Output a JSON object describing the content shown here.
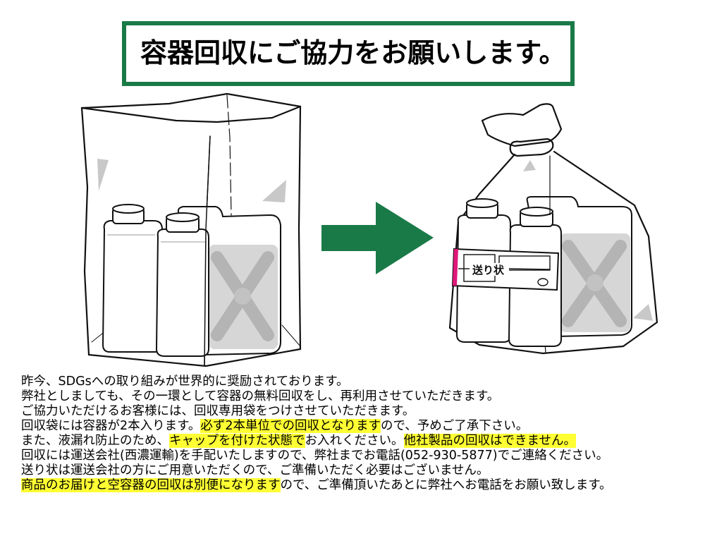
{
  "header": {
    "title": "容器回収にご協力をお願いします。"
  },
  "colors": {
    "accent_green": "#1a7a47",
    "highlight_yellow": "#ffff33",
    "label_pink": "#e0187a",
    "container_gray": "#d9d9d9"
  },
  "illustration": {
    "left": {
      "description": "open-bag-with-two-containers"
    },
    "arrow": {
      "icon": "right-arrow-icon"
    },
    "right": {
      "description": "tied-bag-with-two-containers-and-label",
      "label_text": "送り状"
    }
  },
  "body": {
    "lines": [
      {
        "segments": [
          {
            "text": "昨今、SDGsへの取り組みが世界的に奨励されております。",
            "highlight": false
          }
        ]
      },
      {
        "segments": [
          {
            "text": "弊社としましても、その一環として容器の無料回収をし、再利用させていただきます。",
            "highlight": false
          }
        ]
      },
      {
        "segments": [
          {
            "text": "ご協力いただけるお客様には、回収専用袋をつけさせていただきます。",
            "highlight": false
          }
        ]
      },
      {
        "segments": [
          {
            "text": "回収袋には容器が2本入ります。",
            "highlight": false
          },
          {
            "text": "必ず2本単位での回収となります",
            "highlight": true
          },
          {
            "text": "ので、予めご了承下さい。",
            "highlight": false
          }
        ]
      },
      {
        "segments": [
          {
            "text": "また、液漏れ防止のため、",
            "highlight": false
          },
          {
            "text": "キャップを付けた状態で",
            "highlight": true
          },
          {
            "text": "お入れください。",
            "highlight": false
          },
          {
            "text": "他社製品の回収はできません。",
            "highlight": true
          }
        ]
      },
      {
        "segments": [
          {
            "text": "回収には運送会社(西濃運輸)を手配いたしますので、弊社までお電話(052-930-5877)でご連絡ください。",
            "highlight": false
          }
        ]
      },
      {
        "segments": [
          {
            "text": "送り状は運送会社の方にご用意いただくので、ご準備いただく必要はございません。",
            "highlight": false
          }
        ]
      },
      {
        "segments": [
          {
            "text": "商品のお届けと空容器の回収は別便になります",
            "highlight": true
          },
          {
            "text": "ので、ご準備頂いたあとに弊社へお電話をお願い致します。",
            "highlight": false
          }
        ]
      }
    ]
  }
}
